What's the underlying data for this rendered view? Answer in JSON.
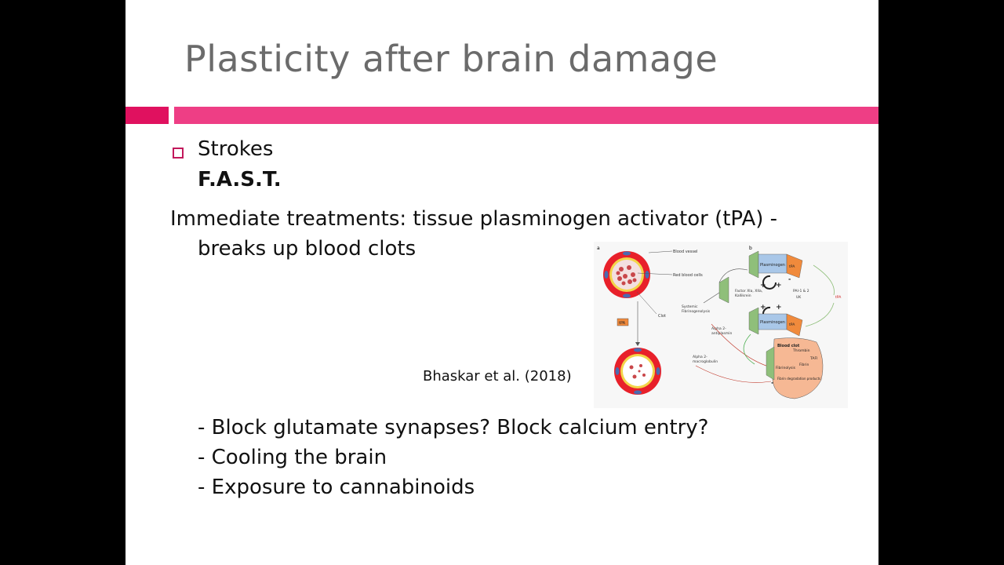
{
  "slide": {
    "title": "Plasticity after brain damage",
    "bullet": "Strokes",
    "fast": "F.A.S.T.",
    "treatment_line1": "Immediate treatments: tissue plasminogen activator (tPA) -",
    "treatment_line2": "breaks up blood clots",
    "citation": "Bhaskar et al. (2018)",
    "items": [
      "- Block glutamate synapses? Block calcium entry?",
      "- Cooling the brain",
      "- Exposure to cannabinoids"
    ]
  },
  "diagram": {
    "panel_a": "a",
    "panel_b": "b",
    "blood_vessel": "Blood vessel",
    "red_blood_cells": "Red blood cells",
    "clot": "Clot",
    "tpa": "tPA",
    "plasminogen": "Plasminogen",
    "factor": "Factor XIa, XIIa,",
    "kallikrein": "Kallikrein",
    "pai": "PAI-1 & 2",
    "uk": "UK",
    "systemic": "Systemic",
    "fibrinogenolysis": "Fibrinogenolysis",
    "alpha2_anti": "Alpha 2-",
    "antiplasmin": "antiplasmin",
    "alpha2_macro": "Alpha 2-",
    "macroglobulin": "macroglobulin",
    "blood_clot": "Blood clot",
    "thrombin": "Thrombin",
    "tafi": "TAFI",
    "fibrin": "Fibrin",
    "fibrinolysis": "Fibrinolysis",
    "fdp": "Fibrin degradation products",
    "colors": {
      "vessel_red": "#e8202a",
      "vessel_yellow": "#f3d54a",
      "plasmin_blue": "#a9c7e8",
      "tpa_orange": "#f08a3c",
      "receptor_green": "#8fbf7a",
      "clot_peach": "#f6b894"
    }
  }
}
